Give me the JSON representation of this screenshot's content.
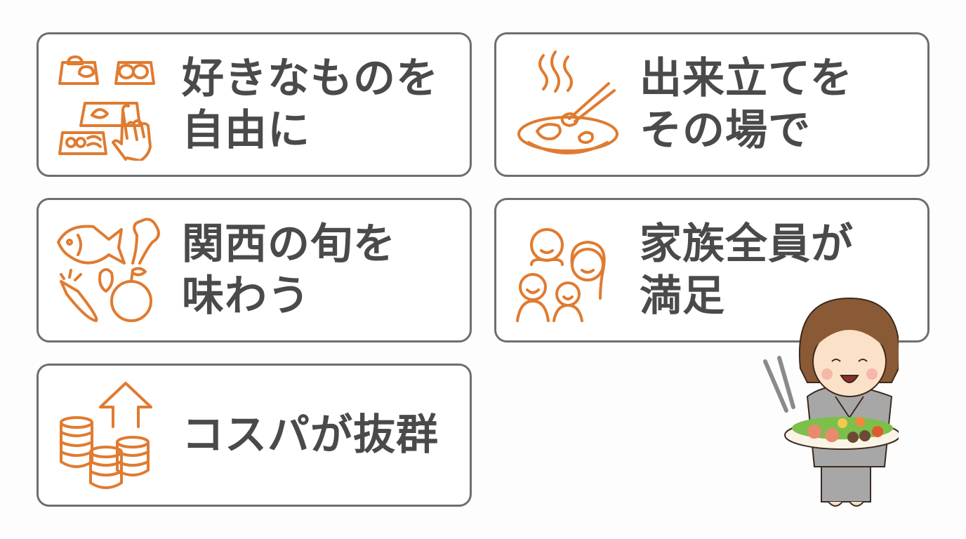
{
  "colors": {
    "accent_orange": "#e07b30",
    "text_gray": "#4a4a4a",
    "border_gray": "#6e6e6e",
    "background": "#fdfdfd"
  },
  "cards": [
    {
      "icon": "food-tray-pointing-hand-icon",
      "lines": [
        "好きなものを",
        "自由に"
      ]
    },
    {
      "icon": "steaming-plate-chopsticks-icon",
      "lines": [
        "出来立てを",
        "その場で"
      ]
    },
    {
      "icon": "fish-vegetables-fruit-icon",
      "lines": [
        "関西の旬を",
        "味わう"
      ]
    },
    {
      "icon": "family-icon",
      "lines": [
        "家族全員が",
        "満足"
      ]
    },
    {
      "icon": "coins-arrow-up-icon",
      "lines": [
        "コスパが抜群"
      ]
    }
  ],
  "illustration": {
    "name": "girl-holding-food-platter"
  }
}
